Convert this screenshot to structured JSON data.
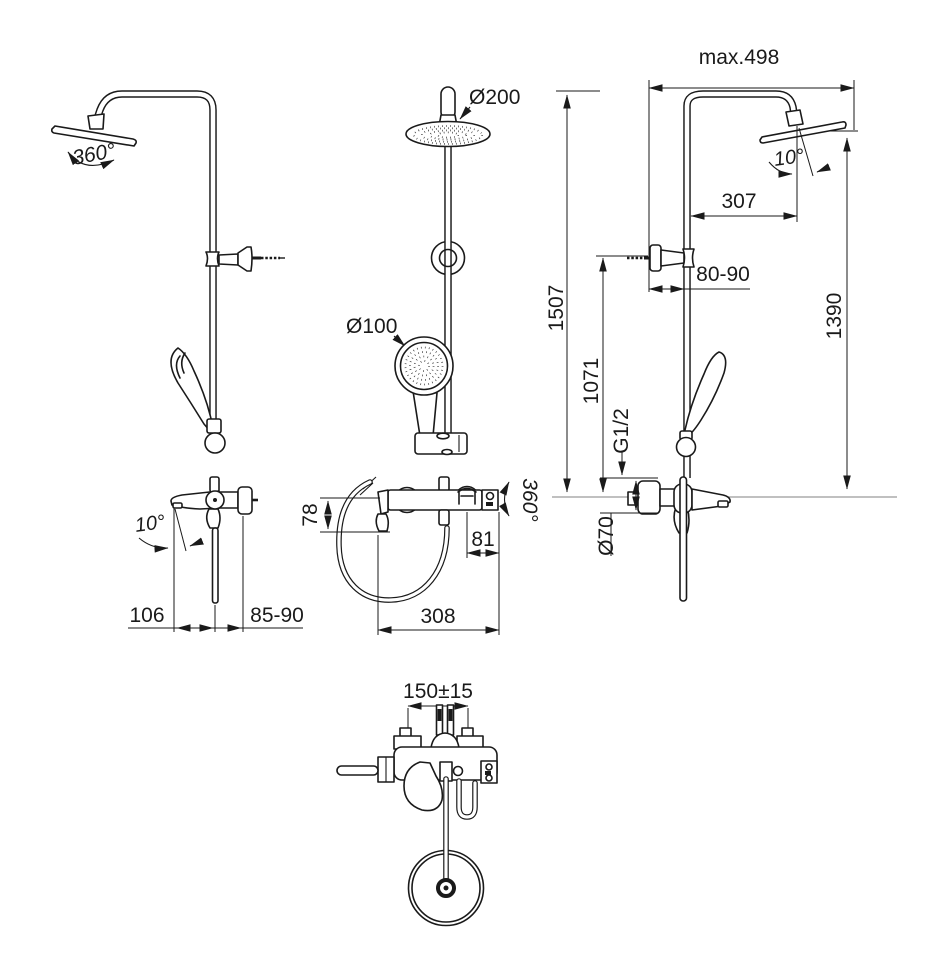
{
  "drawing": {
    "type": "technical-dimension-drawing",
    "subject": "shower-system-with-bath-mixer",
    "colors": {
      "line": "#1a1a1a",
      "baseline": "#9a9a9a",
      "background": "#ffffff"
    },
    "views": {
      "side_left": {
        "head_rotation": "360°"
      },
      "front": {
        "head_diameter": "Ø200",
        "hand_shower_diameter": "Ø100"
      },
      "side_right": {
        "max_width": "max.498",
        "head_tilt": "10°",
        "head_offset": "307",
        "bracket_wall_distance": "80-90",
        "total_height": "1507",
        "bracket_height": "1071",
        "head_height": "1390",
        "connection_thread": "G1/2",
        "escutcheon_diameter": "Ø70"
      },
      "mixer_side": {
        "spout_tilt": "10°",
        "spout_reach": "106",
        "wall_distance": "85-90"
      },
      "mixer_front": {
        "body_height": "78",
        "escutcheon_width": "81",
        "spout_rotation": "360°",
        "body_width": "308"
      },
      "plan": {
        "connection_centers": "150±15"
      }
    }
  }
}
